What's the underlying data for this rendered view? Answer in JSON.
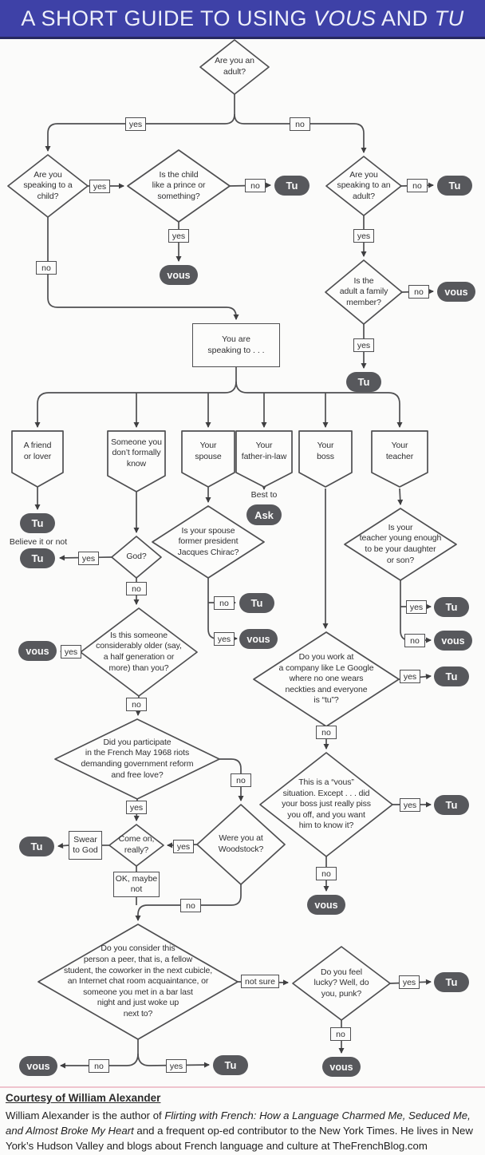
{
  "header": {
    "title_prefix": "A SHORT GUIDE TO USING ",
    "title_vous": "VOUS",
    "title_and": " AND ",
    "title_tu": "TU"
  },
  "labels": {
    "yes": "yes",
    "no": "no",
    "not_sure": "not sure"
  },
  "answers": {
    "tu": "Tu",
    "vous": "vous",
    "ask": "Ask"
  },
  "annotations": {
    "best_to": "Best to",
    "believe": "Believe it or not"
  },
  "nodes": {
    "q_adult": "Are you an\nadult?",
    "q_child": "Are you\nspeaking to a\nchild?",
    "q_prince": "Is the child\nlike a prince or\nsomething?",
    "q_adult2": "Are you\nspeaking to an\nadult?",
    "q_family": "Is the\nadult a family\nmember?",
    "speaking_to": "You are\nspeaking to . . .",
    "cat_friend": "A friend\nor lover",
    "cat_unknown": "Someone you\ndon’t formally\nknow",
    "cat_spouse": "Your\nspouse",
    "cat_father": "Your\nfather-in-law",
    "cat_boss": "Your\nboss",
    "cat_teacher": "Your\nteacher",
    "q_god": "God?",
    "q_chirac": "Is your spouse\nformer president\nJacques Chirac?",
    "q_teacher_young": "Is your\nteacher young enough\nto be your daughter\nor son?",
    "q_older": "Is this someone\nconsiderably older (say,\na half generation or\nmore) than you?",
    "q_google": "Do you work at\na company like Le Google\nwhere no one wears\nneckties and everyone\nis “tu”?",
    "q_riots": "Did you participate\nin the French May 1968 riots\ndemanding government reform\nand free love?",
    "q_woodstock": "Were you at\nWoodstock?",
    "q_comeon": "Come on,\nreally?",
    "swear": "Swear\nto God",
    "ok_maybe": "OK, maybe\nnot",
    "q_boss_piss": "This is a “vous”\nsituation. Except . . . did\nyour boss just really piss\nyou off, and you want\nhim to know it?",
    "q_peer": "Do you consider this\nperson a peer, that is, a fellow\nstudent, the coworker in the next cubicle,\nan Internet chat room acquaintance, or\nsomeone you met in a bar last\nnight and just woke up\nnext to?",
    "q_lucky": "Do you feel\nlucky? Well, do\nyou, punk?"
  },
  "footer": {
    "courtesy": "Courtesy of William Alexander",
    "bio_before": "William Alexander is the author of ",
    "bio_title": "Flirting with French: How a Language Charmed Me, Seduced Me, and Almost Broke My Heart",
    "bio_after": " and a frequent op-ed contributor to the New York Times. He lives in New York’s Hudson Valley and blogs about French language and culture at TheFrenchBlog.com"
  }
}
